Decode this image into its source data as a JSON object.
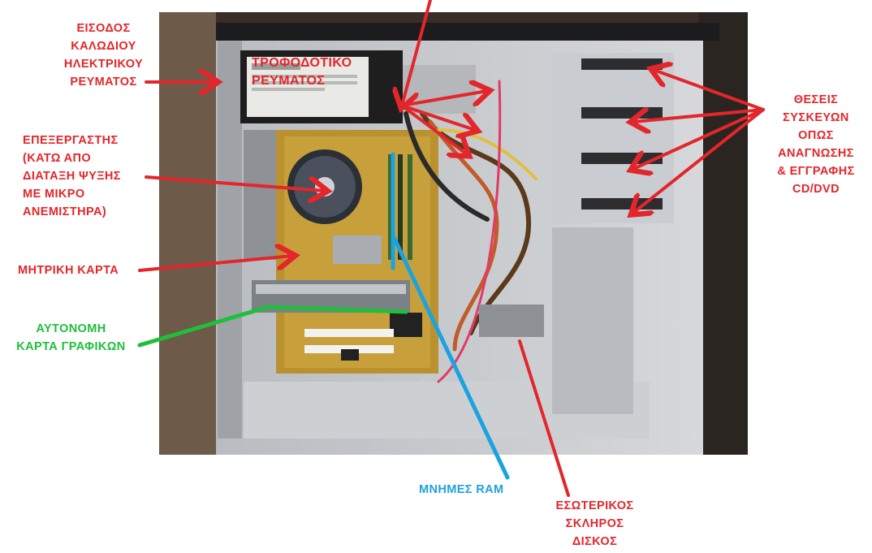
{
  "title": "",
  "labels": {
    "power_input": "ΕΙΣΟΔΟΣ\nΚΑΛΩΔΙΟΥ\nΗΛΕΚΤΡΙΚΟΥ\nΡΕΥΜΑΤΟΣ",
    "power_supply": "ΤΡΟΦΟΔΟΤΙΚΟ\nΡΕΥΜΑΤΟΣ",
    "cpu": "ΕΠΕΞΕΡΓΑΣΤΗΣ\n(ΚΑΤΩ ΑΠΟ\nΔΙΑΤΑΞΗ ΨΥΞΗΣ\nΜΕ ΜΙΚΡΟ\nΑΝΕΜΙΣΤΗΡΑ)",
    "motherboard": "ΜΗΤΡΙΚΗ ΚΑΡΤΑ",
    "graphics_card": "ΑΥΤΟΝΟΜΗ\nΚΑΡΤΑ ΓΡΑΦΙΚΩΝ",
    "drive_bays": "ΘΕΣΕΙΣ\nΣΥΣΚΕΥΩΝ\nΟΠΩΣ\nΑΝΑΓΝΩΣΗΣ\n& ΕΓΓΡΑΦΗΣ\nCD/DVD",
    "ram": "ΜΝΗΜΕΣ RAM",
    "hard_disk": "ΕΣΩΤΕΡΙΚΟΣ\nΣΚΛΗΡΟΣ\nΔΙΣΚΟΣ"
  },
  "colors": {
    "red_annotation": "#e3262b",
    "green_annotation": "#1fbf3a",
    "blue_annotation": "#1aa3e0"
  }
}
